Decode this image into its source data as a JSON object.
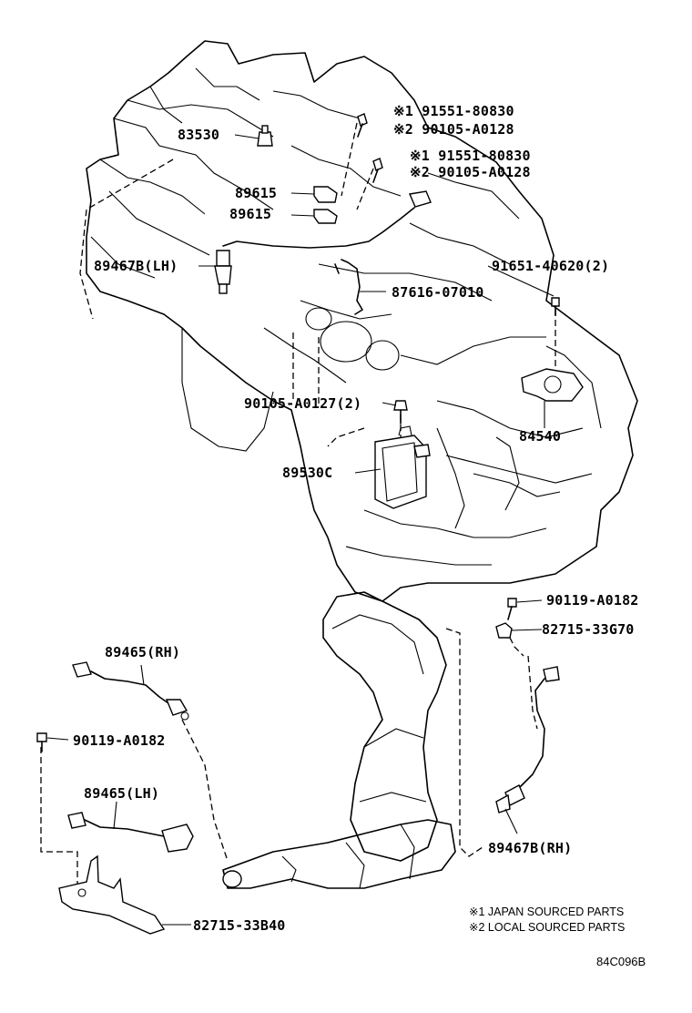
{
  "labels": {
    "p83530": "83530",
    "p91551_a": "※1 91551-80830",
    "p90105_a": "※2 90105-A0128",
    "p91551_b": "※1 91551-80830",
    "p90105_b": "※2 90105-A0128",
    "p89615_a": "89615",
    "p89615_b": "89615",
    "p89467b_lh": "89467B(LH)",
    "p91651": "91651-40620(2)",
    "p87616": "87616-07010",
    "p90105_0127": "90105-A0127(2)",
    "p84540": "84540",
    "p89530c": "89530C",
    "p90119_top": "90119-A0182",
    "p82715_33g70": "82715-33G70",
    "p89465_rh": "89465(RH)",
    "p90119_left": "90119-A0182",
    "p89465_lh": "89465(LH)",
    "p89467b_rh": "89467B(RH)",
    "p82715_33b40": "82715-33B40"
  },
  "notes": {
    "note1": "※1 JAPAN SOURCED PARTS",
    "note2": "※2 LOCAL SOURCED PARTS"
  },
  "diagram_code": "84C096B"
}
